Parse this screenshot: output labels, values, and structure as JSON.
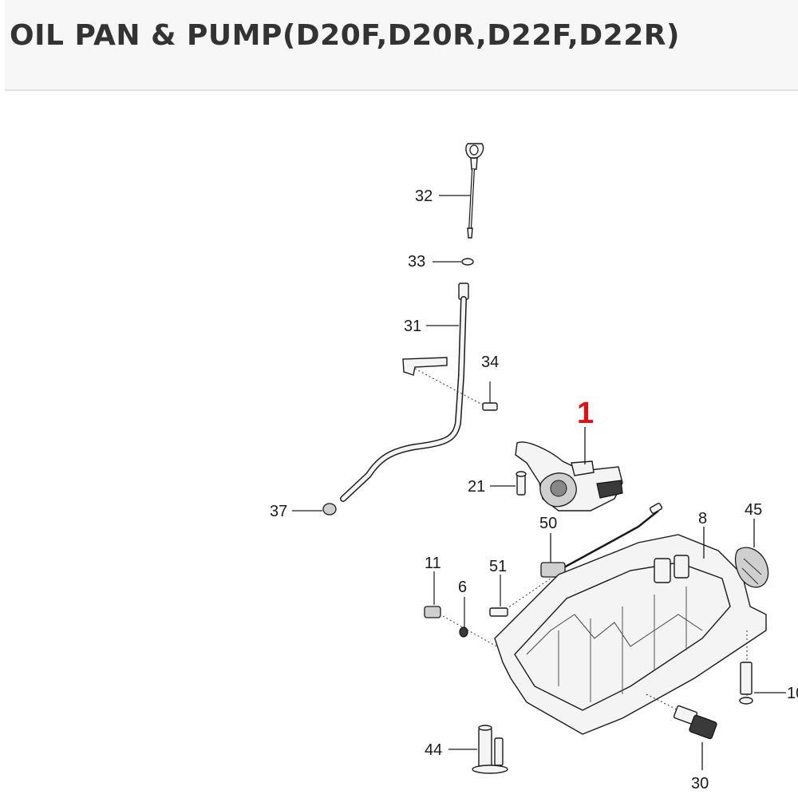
{
  "header": {
    "title": "OIL PAN & PUMP(D20F,D20R,D22F,D22R)"
  },
  "callouts": {
    "c1": "1",
    "c32": "32",
    "c33": "33",
    "c31": "31",
    "c34": "34",
    "c21": "21",
    "c37": "37",
    "c50": "50",
    "c8": "8",
    "c45": "45",
    "c11": "11",
    "c51": "51",
    "c6": "6",
    "c10": "10",
    "c44": "44",
    "c30": "30"
  },
  "colors": {
    "highlight": "#e01010",
    "header_bg": "#f7f7f7",
    "text": "#333333"
  }
}
